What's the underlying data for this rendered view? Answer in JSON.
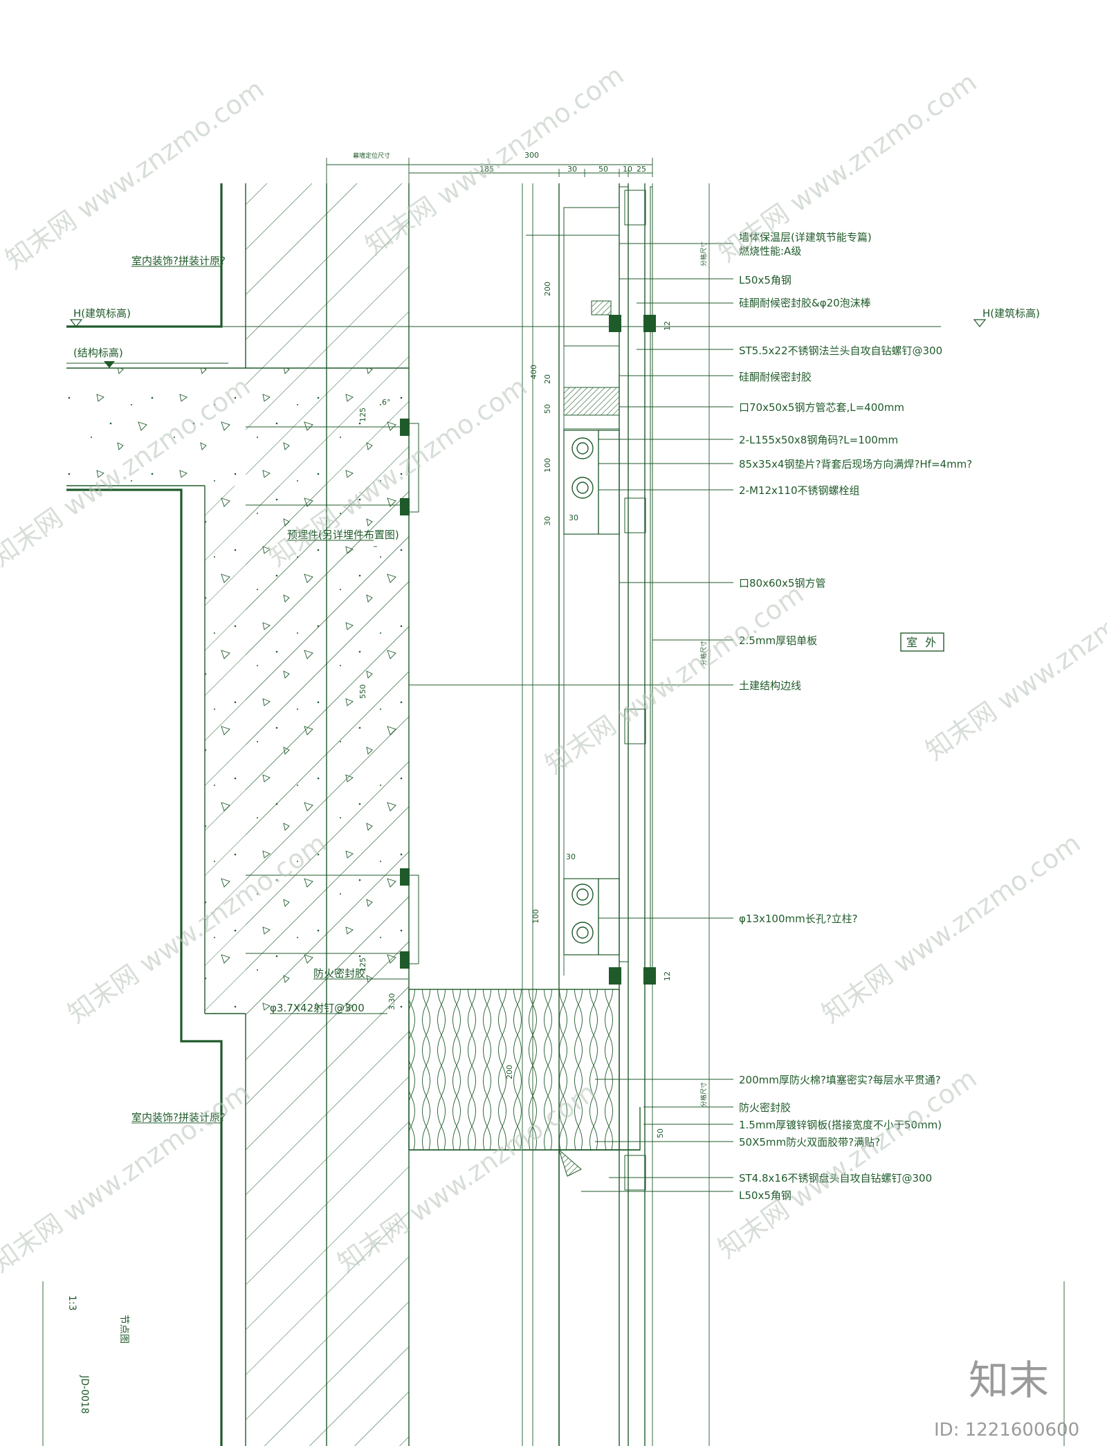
{
  "dimensions": {
    "top_left": "幕墙定位尺寸",
    "total": "300",
    "d185": "185",
    "d30": "30",
    "d50": "50",
    "d10": "10",
    "d25": "25",
    "v200": "200",
    "v400": "400",
    "v20": "20",
    "v50": "50",
    "v125a": "125",
    "v100a": "100",
    "v30a": "30",
    "h30a": "30",
    "v550": "550",
    "h30b": "30",
    "v100b": "100",
    "v125b": "125",
    "v330": "3.30",
    "v200b": "200",
    "v12a": "12",
    "v12b": "12",
    "v50b": "50",
    "angle": "6°",
    "rv1": "分格尺寸",
    "rv2": "分格尺寸",
    "rv3": "分格尺寸"
  },
  "levels": {
    "h_left": "H(建筑标高)",
    "h_right": "H(建筑标高)",
    "struct": "(结构标高)"
  },
  "left_labels": {
    "interior_top": "室内装饰?拼装计原?",
    "interior_bottom": "室内装饰?拼装计原?",
    "embed": "预埋件(另详埋件布置图)",
    "fire_seal": "防火密封胶",
    "nail": "φ3.7X42射钉@300"
  },
  "callouts": [
    "墙体保温层(详建筑节能专篇)",
    "燃烧性能:A级",
    "L50x5角钢",
    "硅酮耐候密封胶&φ20泡沫棒",
    "ST5.5x22不锈钢法兰头自攻自钻螺钉@300",
    "硅酮耐候密封胶",
    "口70x50x5钢方管芯套,L=400mm",
    "2-L155x50x8钢角码?L=100mm",
    "85x35x4钢垫片?背套后现场方向满焊?Hf=4mm?",
    "2-M12x110不锈钢螺栓组",
    "口80x60x5钢方管",
    "2.5mm厚铝单板",
    "土建结构边线",
    "φ13x100mm长孔?立柱?",
    "200mm厚防火棉?填塞密实?每层水平贯通?",
    "防火密封胶",
    "1.5mm厚镀锌钢板(搭接宽度不小于50mm)",
    "50X5mm防火双面胶带?满贴?",
    "ST4.8x16不锈钢盘头自攻自钻螺钉@300",
    "L50x5角钢"
  ],
  "room": "室 外",
  "titleblock": {
    "scale": "1:3",
    "title": "节点图",
    "code": "JD-0018"
  },
  "watermark": "知末网 www.znzmo.com",
  "corner": {
    "brand": "知末",
    "id": "ID: 1221600600"
  }
}
